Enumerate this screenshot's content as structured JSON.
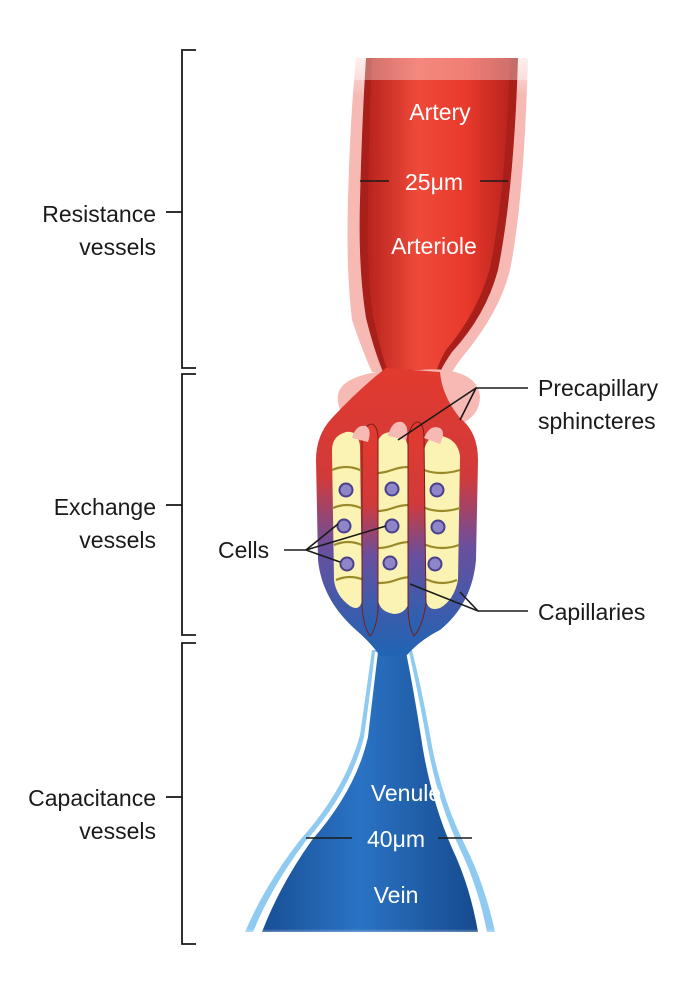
{
  "labels": {
    "artery": "Artery",
    "artery_diameter": "25μm",
    "arteriole": "Arteriole",
    "precapillary": [
      "Precapillary",
      "sphincteres"
    ],
    "cells": "Cells",
    "capillaries": "Capillaries",
    "venule": "Venule",
    "venule_diameter": "40μm",
    "vein": "Vein"
  },
  "brackets": [
    {
      "id": "resistance",
      "lines": [
        "Resistance",
        "vessels"
      ]
    },
    {
      "id": "exchange",
      "lines": [
        "Exchange",
        "vessels"
      ]
    },
    {
      "id": "capacitance",
      "lines": [
        "Capacitance",
        "vessels"
      ]
    }
  ],
  "colors": {
    "artery_red": "#e63a2e",
    "vein_blue": "#1f64b4",
    "sheath_pink": "#f6b9b4",
    "sheath_light_blue": "#8fcaf0",
    "tissue_yellow": "#fbf3b4",
    "nucleus_purple": "#8e86c8"
  }
}
